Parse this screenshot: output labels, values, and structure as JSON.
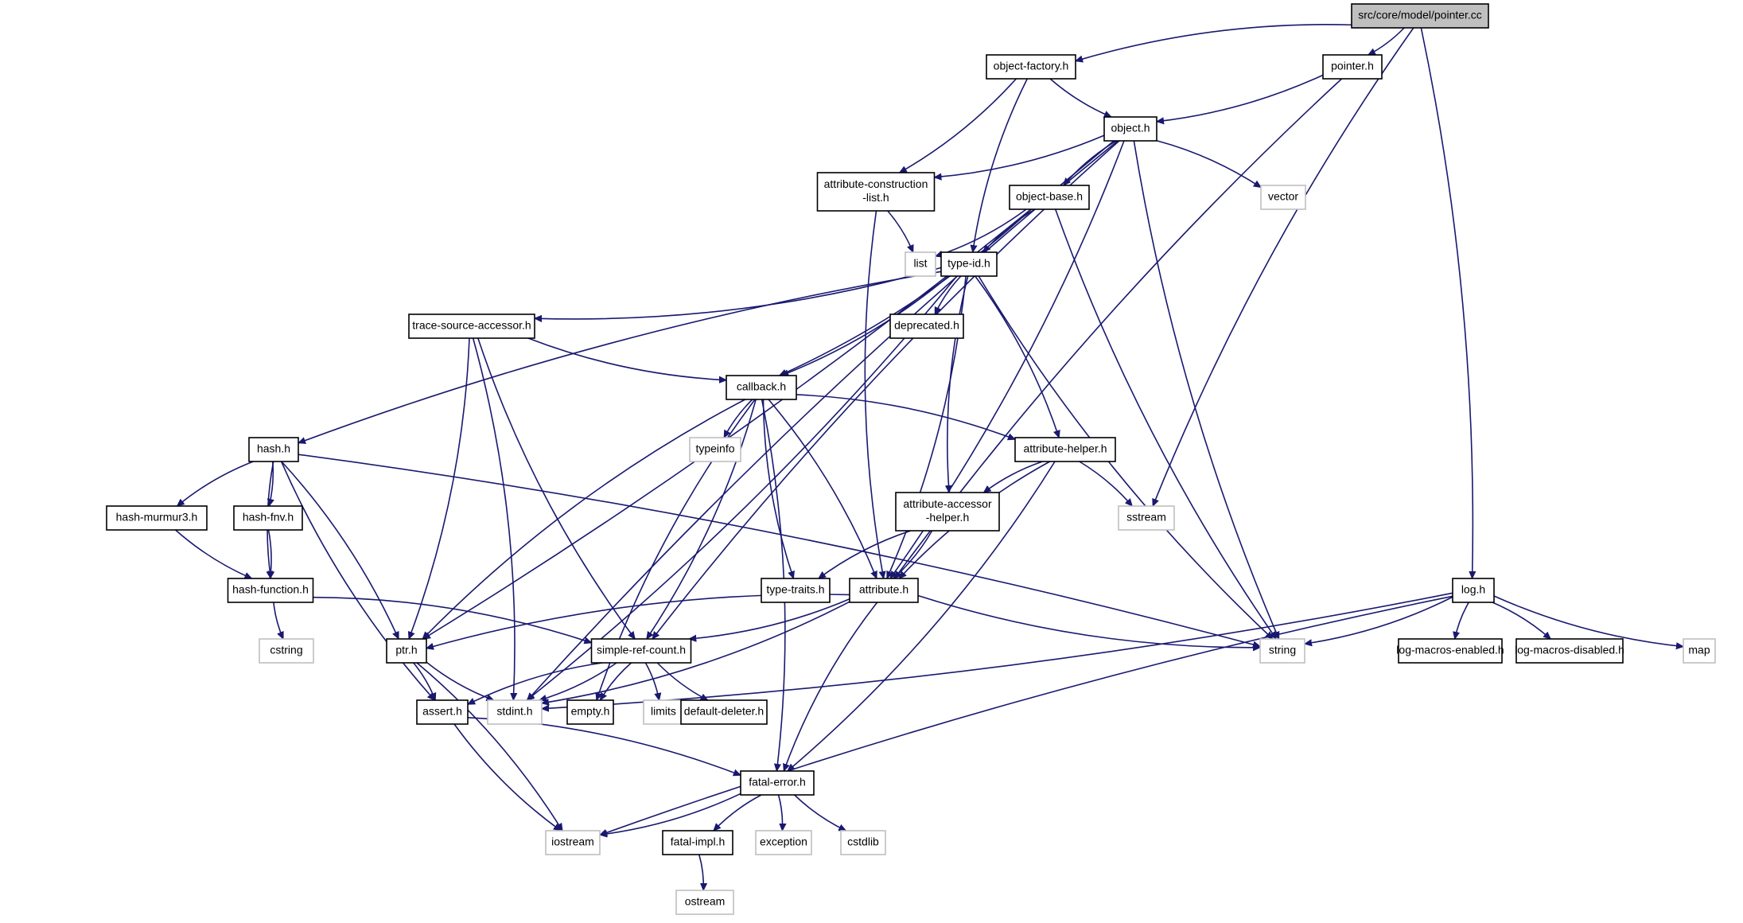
{
  "graph": {
    "nodes": [
      {
        "id": "pointer_cc",
        "lines": [
          "src/core/model/pointer.cc"
        ],
        "kind": "root"
      },
      {
        "id": "object_factory",
        "lines": [
          "object-factory.h"
        ],
        "kind": "local"
      },
      {
        "id": "pointer_h",
        "lines": [
          "pointer.h"
        ],
        "kind": "local"
      },
      {
        "id": "object_h",
        "lines": [
          "object.h"
        ],
        "kind": "local"
      },
      {
        "id": "attr_construction",
        "lines": [
          "attribute-construction",
          "-list.h"
        ],
        "kind": "local"
      },
      {
        "id": "object_base",
        "lines": [
          "object-base.h"
        ],
        "kind": "local"
      },
      {
        "id": "vector",
        "lines": [
          "vector"
        ],
        "kind": "external"
      },
      {
        "id": "list",
        "lines": [
          "list"
        ],
        "kind": "external"
      },
      {
        "id": "type_id",
        "lines": [
          "type-id.h"
        ],
        "kind": "local"
      },
      {
        "id": "trace_source",
        "lines": [
          "trace-source-accessor.h"
        ],
        "kind": "local"
      },
      {
        "id": "deprecated",
        "lines": [
          "deprecated.h"
        ],
        "kind": "local"
      },
      {
        "id": "callback",
        "lines": [
          "callback.h"
        ],
        "kind": "local"
      },
      {
        "id": "hash_h",
        "lines": [
          "hash.h"
        ],
        "kind": "local"
      },
      {
        "id": "typeinfo",
        "lines": [
          "typeinfo"
        ],
        "kind": "external"
      },
      {
        "id": "attr_helper",
        "lines": [
          "attribute-helper.h"
        ],
        "kind": "local"
      },
      {
        "id": "hash_murmur3",
        "lines": [
          "hash-murmur3.h"
        ],
        "kind": "local"
      },
      {
        "id": "hash_fnv",
        "lines": [
          "hash-fnv.h"
        ],
        "kind": "local"
      },
      {
        "id": "attr_accessor",
        "lines": [
          "attribute-accessor",
          "-helper.h"
        ],
        "kind": "local"
      },
      {
        "id": "sstream",
        "lines": [
          "sstream"
        ],
        "kind": "external"
      },
      {
        "id": "hash_function",
        "lines": [
          "hash-function.h"
        ],
        "kind": "local"
      },
      {
        "id": "type_traits",
        "lines": [
          "type-traits.h"
        ],
        "kind": "local"
      },
      {
        "id": "attribute_h",
        "lines": [
          "attribute.h"
        ],
        "kind": "local"
      },
      {
        "id": "log_h",
        "lines": [
          "log.h"
        ],
        "kind": "local"
      },
      {
        "id": "cstring",
        "lines": [
          "cstring"
        ],
        "kind": "external"
      },
      {
        "id": "ptr_h",
        "lines": [
          "ptr.h"
        ],
        "kind": "local"
      },
      {
        "id": "simple_ref",
        "lines": [
          "simple-ref-count.h"
        ],
        "kind": "local"
      },
      {
        "id": "string",
        "lines": [
          "string"
        ],
        "kind": "external"
      },
      {
        "id": "log_macros_en",
        "lines": [
          "log-macros-enabled.h"
        ],
        "kind": "local"
      },
      {
        "id": "log_macros_dis",
        "lines": [
          "log-macros-disabled.h"
        ],
        "kind": "local"
      },
      {
        "id": "map",
        "lines": [
          "map"
        ],
        "kind": "external"
      },
      {
        "id": "assert_h",
        "lines": [
          "assert.h"
        ],
        "kind": "local"
      },
      {
        "id": "stdint",
        "lines": [
          "stdint.h"
        ],
        "kind": "external"
      },
      {
        "id": "empty_h",
        "lines": [
          "empty.h"
        ],
        "kind": "local"
      },
      {
        "id": "limits",
        "lines": [
          "limits"
        ],
        "kind": "external"
      },
      {
        "id": "default_deleter",
        "lines": [
          "default-deleter.h"
        ],
        "kind": "local"
      },
      {
        "id": "fatal_error",
        "lines": [
          "fatal-error.h"
        ],
        "kind": "local"
      },
      {
        "id": "iostream",
        "lines": [
          "iostream"
        ],
        "kind": "external"
      },
      {
        "id": "exception",
        "lines": [
          "exception"
        ],
        "kind": "external"
      },
      {
        "id": "cstdlib",
        "lines": [
          "cstdlib"
        ],
        "kind": "external"
      },
      {
        "id": "fatal_impl",
        "lines": [
          "fatal-impl.h"
        ],
        "kind": "local"
      },
      {
        "id": "ostream",
        "lines": [
          "ostream"
        ],
        "kind": "external"
      }
    ],
    "edges": [
      [
        "pointer_cc",
        "object_factory"
      ],
      [
        "pointer_cc",
        "pointer_h"
      ],
      [
        "pointer_cc",
        "sstream"
      ],
      [
        "pointer_cc",
        "log_h"
      ],
      [
        "object_factory",
        "object_h"
      ],
      [
        "object_factory",
        "attr_construction"
      ],
      [
        "object_factory",
        "type_id"
      ],
      [
        "pointer_h",
        "object_h"
      ],
      [
        "pointer_h",
        "attribute_h"
      ],
      [
        "object_h",
        "attr_construction"
      ],
      [
        "object_h",
        "object_base"
      ],
      [
        "object_h",
        "vector"
      ],
      [
        "object_h",
        "string"
      ],
      [
        "object_h",
        "attribute_h"
      ],
      [
        "object_h",
        "simple_ref"
      ],
      [
        "object_h",
        "ptr_h"
      ],
      [
        "object_h",
        "stdint"
      ],
      [
        "attr_construction",
        "list"
      ],
      [
        "attr_construction",
        "attribute_h"
      ],
      [
        "object_base",
        "list"
      ],
      [
        "object_base",
        "type_id"
      ],
      [
        "object_base",
        "callback"
      ],
      [
        "object_base",
        "string"
      ],
      [
        "type_id",
        "trace_source"
      ],
      [
        "type_id",
        "deprecated"
      ],
      [
        "type_id",
        "callback"
      ],
      [
        "type_id",
        "hash_h"
      ],
      [
        "type_id",
        "attr_helper"
      ],
      [
        "type_id",
        "attr_accessor"
      ],
      [
        "type_id",
        "attribute_h"
      ],
      [
        "type_id",
        "string"
      ],
      [
        "type_id",
        "stdint"
      ],
      [
        "trace_source",
        "callback"
      ],
      [
        "trace_source",
        "ptr_h"
      ],
      [
        "trace_source",
        "simple_ref"
      ],
      [
        "trace_source",
        "stdint"
      ],
      [
        "callback",
        "typeinfo"
      ],
      [
        "callback",
        "attr_helper"
      ],
      [
        "callback",
        "type_traits"
      ],
      [
        "callback",
        "attribute_h"
      ],
      [
        "callback",
        "ptr_h"
      ],
      [
        "callback",
        "simple_ref"
      ],
      [
        "callback",
        "empty_h"
      ],
      [
        "callback",
        "fatal_error"
      ],
      [
        "hash_h",
        "hash_murmur3"
      ],
      [
        "hash_h",
        "hash_fnv"
      ],
      [
        "hash_h",
        "hash_function"
      ],
      [
        "hash_h",
        "ptr_h"
      ],
      [
        "hash_h",
        "assert_h"
      ],
      [
        "hash_h",
        "string"
      ],
      [
        "attr_helper",
        "attr_accessor"
      ],
      [
        "attr_helper",
        "sstream"
      ],
      [
        "attr_helper",
        "attribute_h"
      ],
      [
        "attr_helper",
        "fatal_error"
      ],
      [
        "hash_murmur3",
        "hash_function"
      ],
      [
        "hash_fnv",
        "hash_function"
      ],
      [
        "attr_accessor",
        "type_traits"
      ],
      [
        "attr_accessor",
        "attribute_h"
      ],
      [
        "hash_function",
        "cstring"
      ],
      [
        "hash_function",
        "simple_ref"
      ],
      [
        "attribute_h",
        "ptr_h"
      ],
      [
        "attribute_h",
        "simple_ref"
      ],
      [
        "attribute_h",
        "string"
      ],
      [
        "attribute_h",
        "stdint"
      ],
      [
        "attribute_h",
        "fatal_error"
      ],
      [
        "log_h",
        "string"
      ],
      [
        "log_h",
        "log_macros_en"
      ],
      [
        "log_h",
        "log_macros_dis"
      ],
      [
        "log_h",
        "map"
      ],
      [
        "log_h",
        "stdint"
      ],
      [
        "log_h",
        "iostream"
      ],
      [
        "ptr_h",
        "assert_h"
      ],
      [
        "ptr_h",
        "stdint"
      ],
      [
        "ptr_h",
        "iostream"
      ],
      [
        "simple_ref",
        "assert_h"
      ],
      [
        "simple_ref",
        "stdint"
      ],
      [
        "simple_ref",
        "empty_h"
      ],
      [
        "simple_ref",
        "limits"
      ],
      [
        "simple_ref",
        "default_deleter"
      ],
      [
        "assert_h",
        "fatal_error"
      ],
      [
        "assert_h",
        "iostream"
      ],
      [
        "fatal_error",
        "iostream"
      ],
      [
        "fatal_error",
        "fatal_impl"
      ],
      [
        "fatal_error",
        "exception"
      ],
      [
        "fatal_error",
        "cstdlib"
      ],
      [
        "fatal_impl",
        "ostream"
      ]
    ]
  }
}
